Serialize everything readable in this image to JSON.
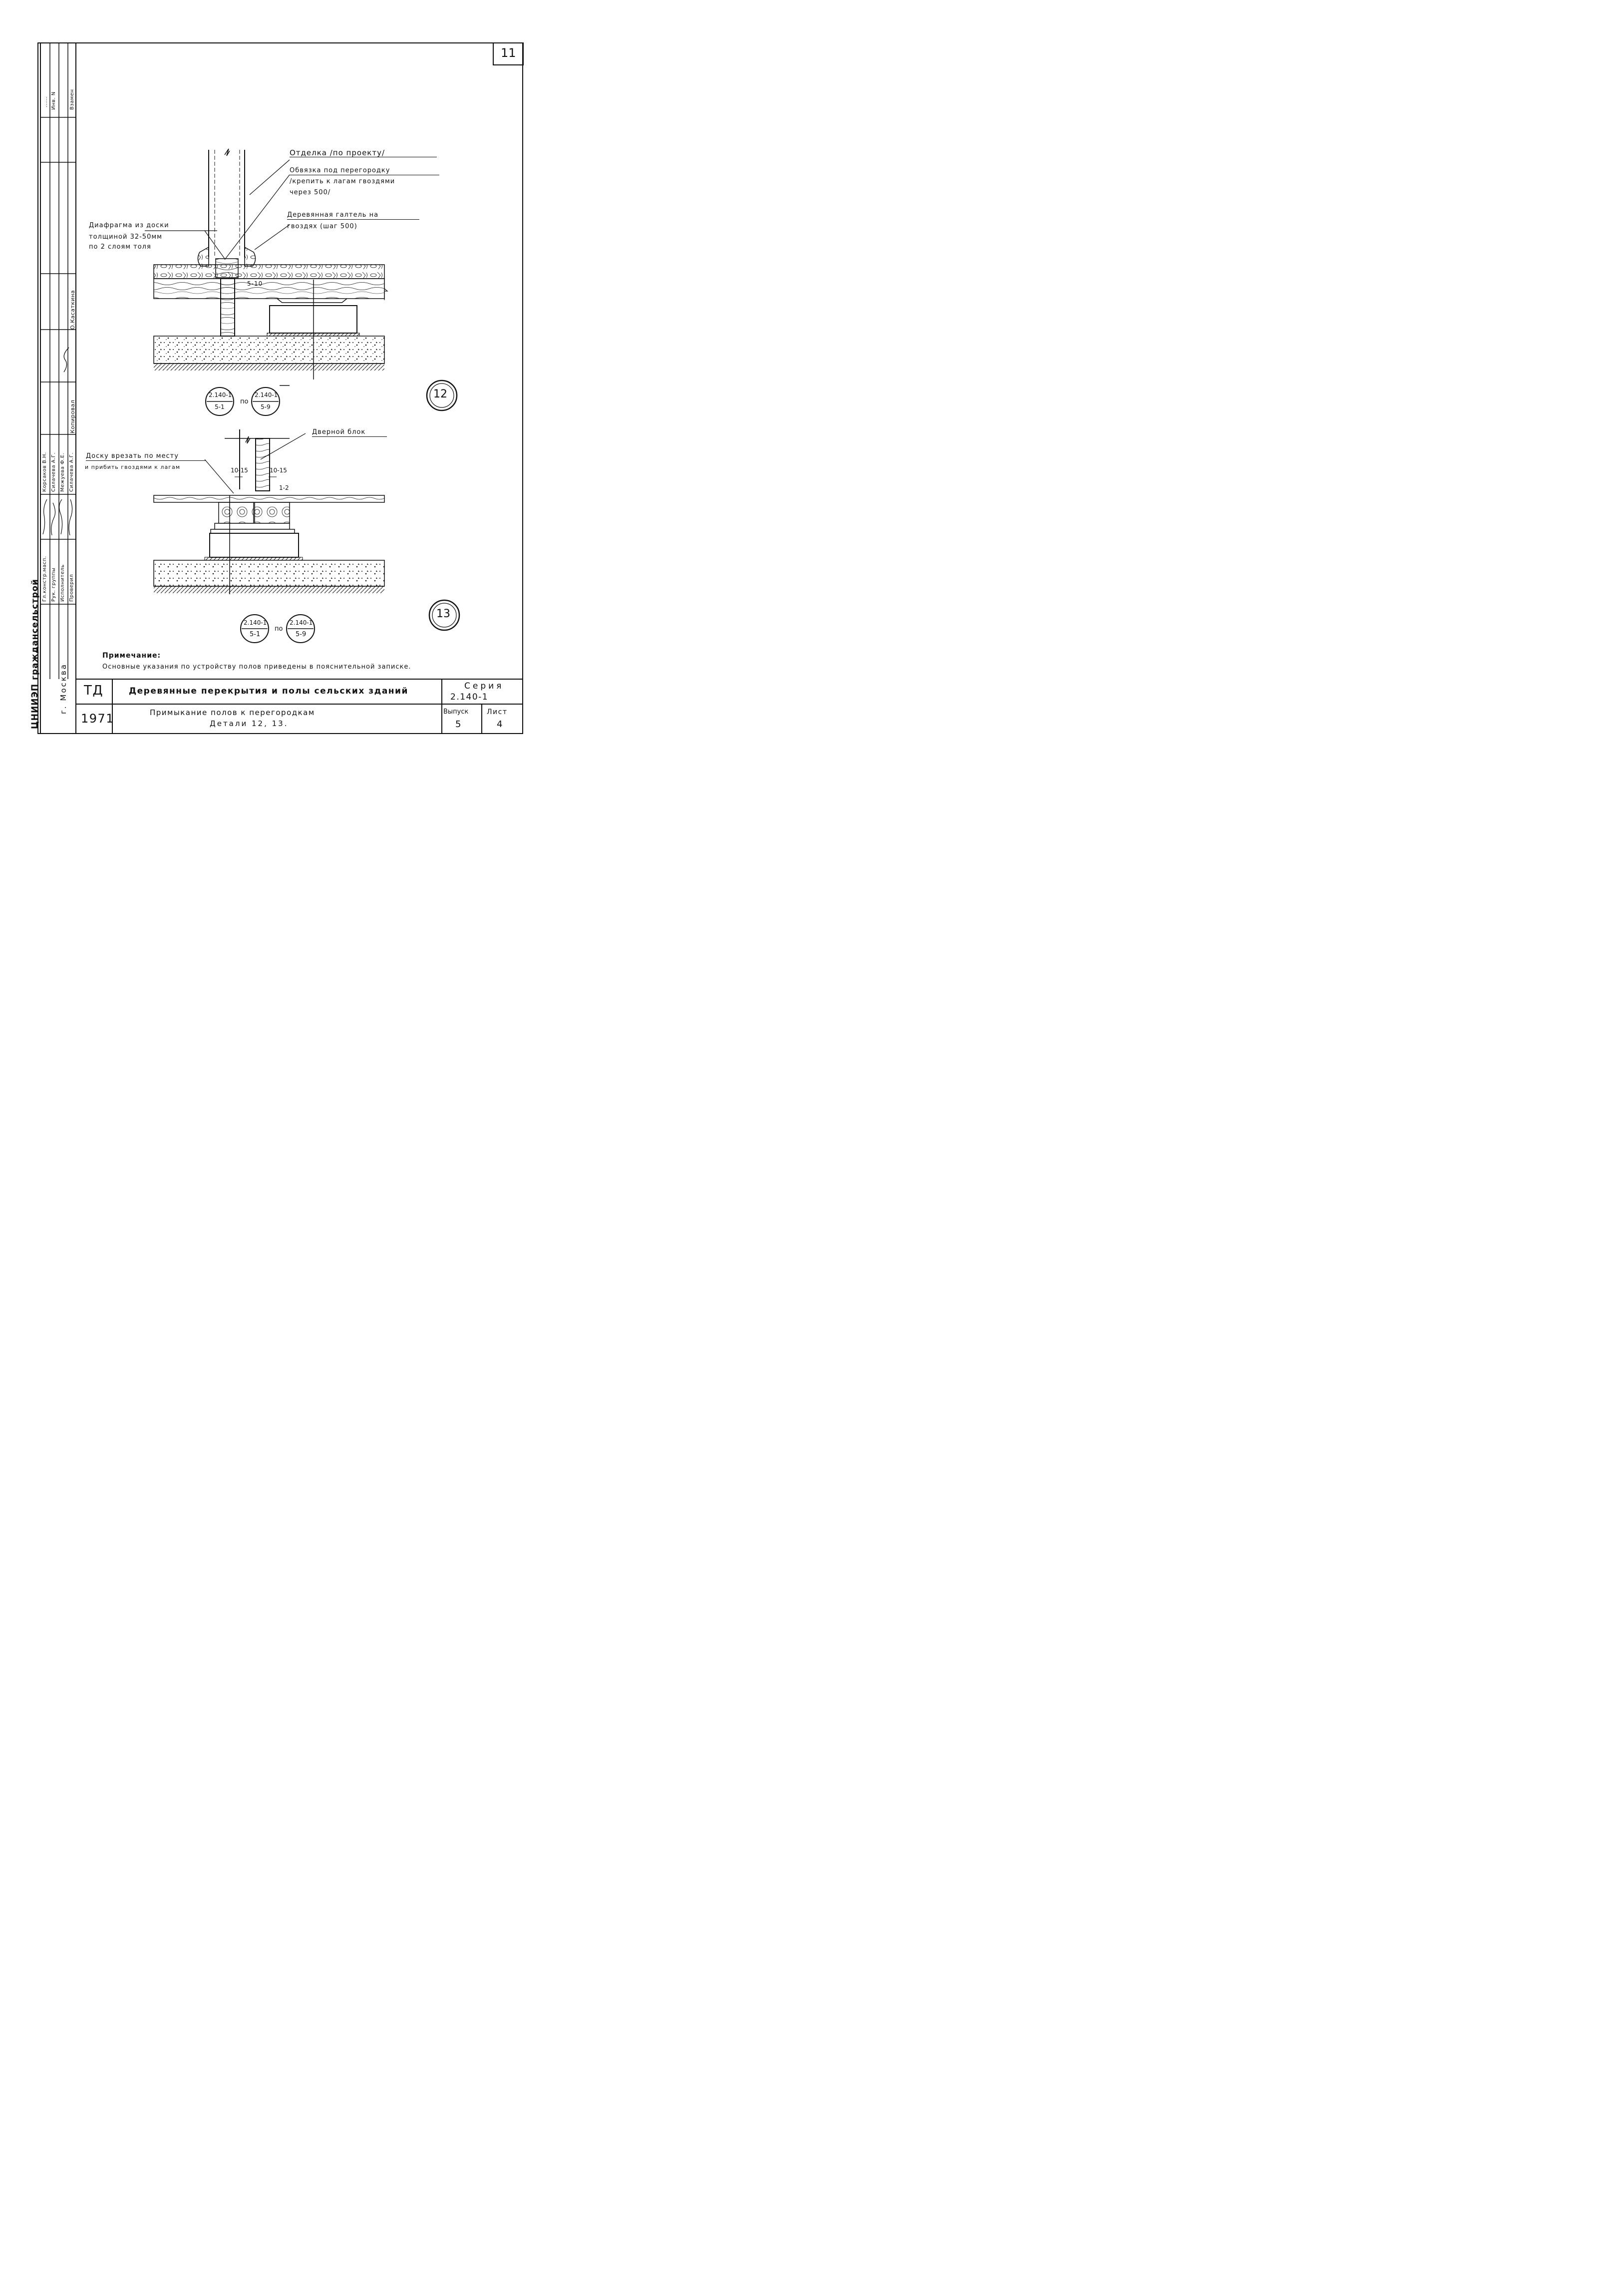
{
  "sheet_number": "11",
  "margin_stamp": {
    "inv_label": "Инв. N",
    "vzamen_label": "Взамен",
    "dots": "......"
  },
  "detail12": {
    "label_finish": "Отделка /по проекту/",
    "label_binding_1": "Обвязка под перегородку",
    "label_binding_2": "/крепить к лагам гвоздями",
    "label_binding_3": "через 500/",
    "label_fillet_1": "Деревянная галтель на",
    "label_fillet_2": "гвоздях (шаг 500)",
    "label_diaphragm_1": "Диафрагма из доски",
    "label_diaphragm_2": "толщиной 32-50мм",
    "label_diaphragm_3": "по 2 слоям толя",
    "gap_dim": "5-10",
    "ref1_top": "2.140-1",
    "ref1_bottom": "5-1",
    "ref_sep": "по",
    "ref2_top": "2.140-1",
    "ref2_bottom": "5-9",
    "detail_no": "12"
  },
  "detail13": {
    "label_door": "Дверной блок",
    "label_board_1": "Доску врезать по месту",
    "label_board_2": "и прибить гвоздями к лагам",
    "dim_left": "10-15",
    "dim_right": "10-15",
    "dim_gap": "1-2",
    "ref1_top": "2.140-1",
    "ref1_bottom": "5-1",
    "ref_sep": "по",
    "ref2_top": "2.140-1",
    "ref2_bottom": "5-9",
    "detail_no": "13"
  },
  "note": {
    "title": "Примечание:",
    "text": "Основные указания по устройству полов приведены в пояснительной записке."
  },
  "left_stamp": {
    "org": "ЦНИИЭП грaжданcельстрой",
    "city": "г. Москва",
    "roles": [
      "Гл.констр.масп.",
      "Рук. группы",
      "Исполнитель",
      "Проверил"
    ],
    "names": [
      "Корсаков В.Н.",
      "Силачева А.Г.",
      "Межуева Ф.Е.",
      "Силачева А.Г."
    ],
    "copy_label": "Копировал",
    "copier": "О.Касаткина"
  },
  "title_block": {
    "code": "ТД",
    "year": "1971",
    "title": "Деревянные перекрытия и полы сельских зданий",
    "subtitle": "Примыкание полов к перегородкам",
    "subtitle2": "Детали 12, 13.",
    "series_label": "Серия",
    "series_value": "2.140-1",
    "issue_label": "Выпуск",
    "issue_value": "5",
    "sheet_label": "Лист",
    "sheet_value": "4"
  }
}
